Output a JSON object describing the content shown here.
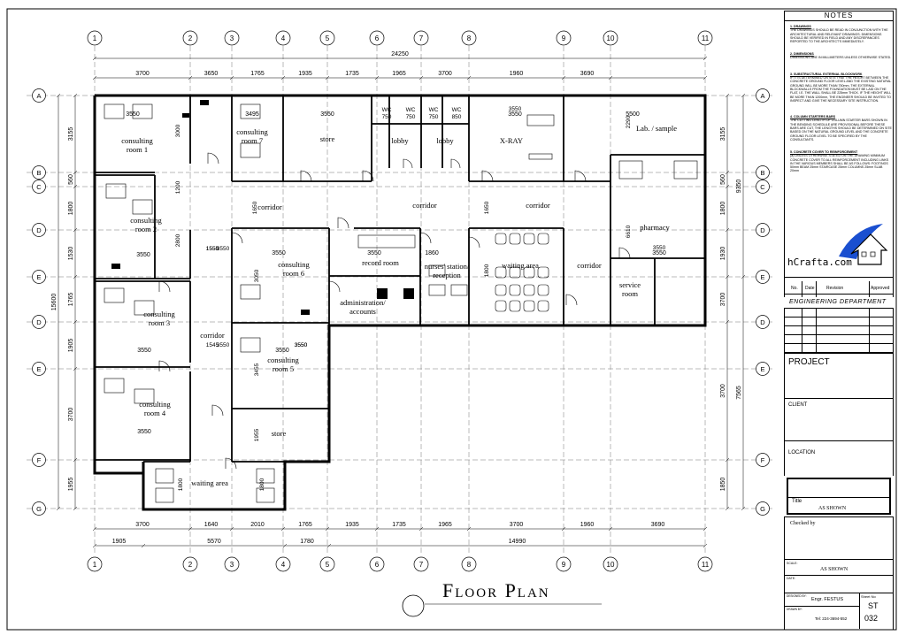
{
  "title": "Floor Plan",
  "grid": {
    "columns": [
      "1",
      "2",
      "3",
      "4",
      "5",
      "6",
      "7",
      "8",
      "9",
      "10",
      "11"
    ],
    "rows": [
      "A",
      "B",
      "C",
      "D",
      "E",
      "D",
      "E",
      "F",
      "G"
    ]
  },
  "dimensions": {
    "top_total": "24250",
    "top_segments": [
      "3700",
      "3650",
      "1765",
      "1935",
      "1735",
      "1965",
      "3700",
      "1960",
      "3690"
    ],
    "bottom_segments": [
      "3700",
      "1640",
      "2010",
      "1765",
      "1935",
      "1735",
      "1965",
      "3700",
      "1960",
      "3690"
    ],
    "bottom_second": [
      "1905",
      "5570",
      "1780",
      "14990"
    ],
    "left_segments": [
      "3155",
      "560",
      "1800",
      "1530",
      "1765",
      "1905",
      "3700",
      "1955"
    ],
    "left_total": "15600",
    "right_segments": [
      "3155",
      "560",
      "1800",
      "1930",
      "3700",
      "3700",
      "1850"
    ],
    "right_totals": [
      "9350",
      "7565"
    ]
  },
  "rooms": [
    {
      "name": "consulting room 1",
      "lines": [
        "consulting",
        "room 1"
      ],
      "dim": "3550"
    },
    {
      "name": "consulting room 7",
      "lines": [
        "consulting",
        "room 7"
      ],
      "dim": "3495"
    },
    {
      "name": "store",
      "lines": [
        "store"
      ],
      "dim": "3550"
    },
    {
      "name": "lobby 1",
      "lines": [
        "lobby"
      ]
    },
    {
      "name": "lobby 2",
      "lines": [
        "lobby"
      ]
    },
    {
      "name": "x-ray",
      "lines": [
        "X-RAY"
      ],
      "dim": "3550"
    },
    {
      "name": "lab sample",
      "lines": [
        "Lab. / sample"
      ],
      "dim": "5500"
    },
    {
      "name": "consulting room 2",
      "lines": [
        "consulting",
        "room 2"
      ],
      "dim": "3550"
    },
    {
      "name": "consulting room 6",
      "lines": [
        "consulting",
        "room 6"
      ],
      "dim": "3550"
    },
    {
      "name": "record room",
      "lines": [
        "record room"
      ],
      "dim": "3550"
    },
    {
      "name": "nurses station",
      "lines": [
        "nurses' station/",
        "reception"
      ],
      "dim": "1860"
    },
    {
      "name": "waiting area 1",
      "lines": [
        "waiting area"
      ]
    },
    {
      "name": "pharmacy",
      "lines": [
        "pharmacy"
      ],
      "dim": "3550"
    },
    {
      "name": "service room",
      "lines": [
        "service",
        "room"
      ]
    },
    {
      "name": "administration",
      "lines": [
        "administration/",
        "accounts"
      ]
    },
    {
      "name": "consulting room 3",
      "lines": [
        "consulting",
        "room 3"
      ],
      "dim": "3550"
    },
    {
      "name": "consulting room 5",
      "lines": [
        "consulting",
        "room 5"
      ],
      "dim": "3550"
    },
    {
      "name": "consulting room 4",
      "lines": [
        "consulting",
        "room 4"
      ],
      "dim": "3550"
    },
    {
      "name": "store 2",
      "lines": [
        "store"
      ]
    },
    {
      "name": "waiting area 2",
      "lines": [
        "waiting area"
      ]
    }
  ],
  "labels": {
    "corridor": "corridor",
    "wc": "WC",
    "wc_dims": [
      "750",
      "750",
      "750",
      "850"
    ],
    "misc_dims": [
      "3000",
      "2290",
      "1200",
      "1650",
      "1650",
      "1550",
      "6610",
      "2800",
      "1555",
      "3550",
      "3550",
      "1800",
      "3050",
      "3550",
      "1545",
      "3455",
      "3550",
      "1955",
      "1800",
      "1800",
      "3550",
      "3550"
    ]
  },
  "title_block": {
    "notes_title": "NOTES",
    "notes": [
      {
        "h": "DRAWINGS",
        "t": "THE DRAWINGS SHOULD BE READ IN CONJUNCTION WITH THE ARCHITECTURAL AND RELEVANT DRAWINGS. DIMENSIONS SHOULD BE VERIFIED IN FIELD AND ANY DISCREPANCIES REPORTED TO THE ARCHITECT'S IMMEDIATELY."
      },
      {
        "h": "DIMENSIONS",
        "t": "DIMENSIONS ARE IN MILLIMETERS UNLESS OTHERWISE STATED."
      },
      {
        "h": "SUBSTRUCTURAL EXTERNAL BLOCKWORK",
        "t": "IF IT IS DETERMINED ON SITE THAT THE HEIGHT BETWEEN THE CONCRETE GROUND FLOOR LEVEL AND THE EXISTING NATURAL GROUND WILL BE MORE THAN 750mm, THE EXTERNAL BLOCKWALLS FROM THE FOUNDATION MUST BE LAID ON THE FLAT, I.E. THE WALL SHALL BE 225mm THICK. IF THE HEIGHT WILL BE MORE THAN 1200mm, THE ENGINEER SHOULD BE INVITED TO INSPECT AND GIVE THE NECESSARY SITE INSTRUCTION."
      },
      {
        "h": "COLUMN STARTERS BARS",
        "t": "THE CUTTING LENGTH OF COLUMN STARTER BARS SHOWN IN THE BENDING SCHEDULE ARE PROVISIONAL BEFORE THESE BARS ARE CUT, THE LENGTHS SHOULD BE DETERMINED ON SITE BASED ON THE NATURAL GROUND LEVEL AND THE CONCRETE GROUND FLOOR LEVEL TO BE SPECIFIED BY THE CONSULTANTS."
      },
      {
        "h": "CONCRETE COVER TO REINFORCEMENT",
        "t": "(a) UNLESS OTHERWISE STATED ON THE DRAWING MINIMUM CONCRETE COVER TO ALL REINFORCEMENT INCLUDING LINKS IN THE VARIOUS MEMBERS SHALL BE AS FOLLOWS: FOOTINGS 50mm  BEAM 25mm  STAIRCASE 25mm  COLUMNS 25mm  SLAB 20mm"
      }
    ],
    "logo_text": "hCrafta.com",
    "revision_headers": [
      "No.",
      "Date",
      "Revision",
      "Approved"
    ],
    "department": "ENGINEERING  DEPARTMENT",
    "project": "PROJECT",
    "client": "CLIENT",
    "location": "LOCATION",
    "title_label": "Title",
    "scale_value": "AS SHOWN",
    "checked_by": "Checked by",
    "scale_label": "SCALE:",
    "scale_value2": "AS SHOWN",
    "date_label": "DATE:",
    "designed_by_label": "DESIGNED BY:",
    "designer": "Engr. FESTUS",
    "drawn_by_label": "DRAWN BY:",
    "tel": "Tel: 224-3694-552",
    "sheet_no_label": "Sheet No",
    "sheet_prefix": "ST",
    "sheet_no": "032"
  },
  "colors": {
    "line": "#000000",
    "grid": "#666666",
    "logo_blue": "#1a4fd0"
  }
}
